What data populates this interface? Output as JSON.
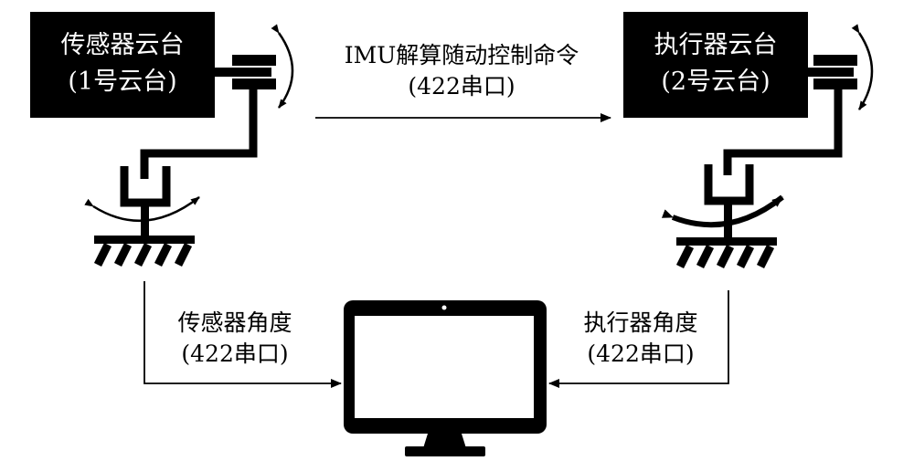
{
  "sensor_gimbal": {
    "name": "传感器云台",
    "sub": "(1号云台)"
  },
  "actuator_gimbal": {
    "name": "执行器云台",
    "sub": "(2号云台)"
  },
  "command_link": {
    "label": "IMU解算随动控制命令",
    "port": "(422串口)"
  },
  "sensor_angle_link": {
    "label": "传感器角度",
    "port": "(422串口)"
  },
  "actuator_angle_link": {
    "label": "执行器角度",
    "port": "(422串口)"
  }
}
